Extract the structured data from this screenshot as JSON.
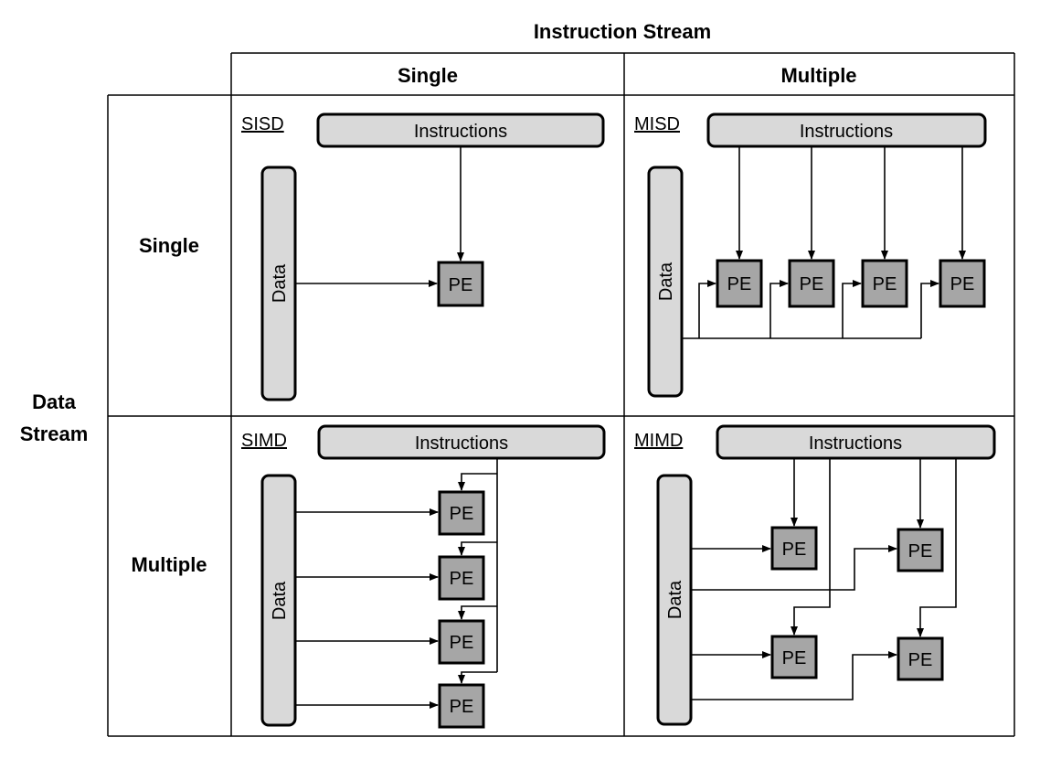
{
  "headers": {
    "instruction_stream": "Instruction Stream",
    "data_stream_line1": "Data",
    "data_stream_line2": "Stream",
    "col_single": "Single",
    "col_multiple": "Multiple",
    "row_single": "Single",
    "row_multiple": "Multiple"
  },
  "quadrants": {
    "sisd": {
      "tag": "SISD",
      "instructions": "Instructions",
      "data": "Data",
      "pe": "PE"
    },
    "misd": {
      "tag": "MISD",
      "instructions": "Instructions",
      "data": "Data",
      "pe": "PE"
    },
    "simd": {
      "tag": "SIMD",
      "instructions": "Instructions",
      "data": "Data",
      "pe": "PE"
    },
    "mimd": {
      "tag": "MIMD",
      "instructions": "Instructions",
      "data": "Data",
      "pe": "PE"
    }
  }
}
